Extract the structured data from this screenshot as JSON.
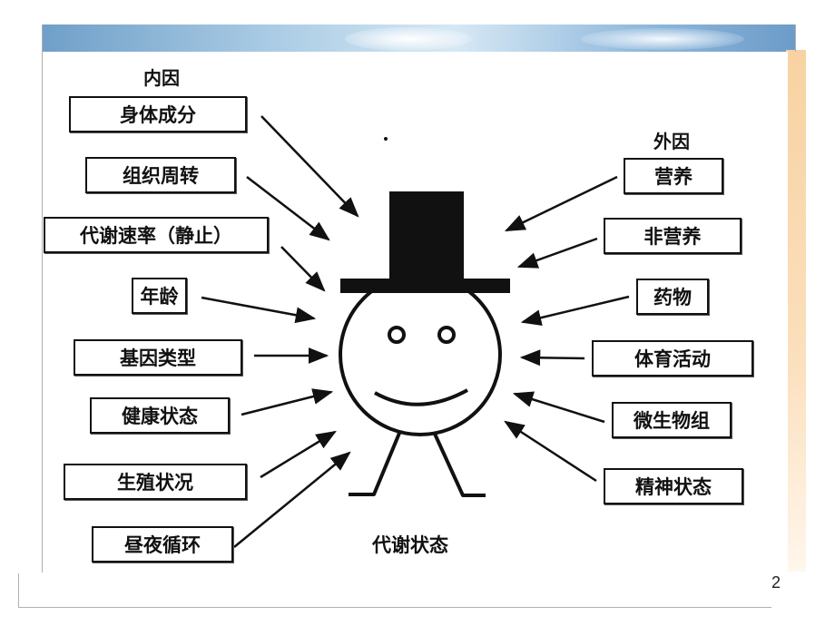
{
  "diagram": {
    "internal_factors_title": "内因",
    "external_factors_title": "外因",
    "center_caption": "代谢状态",
    "internal_factors": [
      "身体成分",
      "组织周转",
      "代谢速率（静止）",
      "年龄",
      "基因类型",
      "健康状态",
      "生殖状况",
      "昼夜循环"
    ],
    "external_factors": [
      "营养",
      "非营养",
      "药物",
      "体育活动",
      "微生物组",
      "精神状态"
    ]
  },
  "slide": {
    "page_number": "2"
  },
  "colors": {
    "ink": "#111111",
    "sky_blue": "#8fb8dc",
    "accent_orange": "#f8d2a2",
    "frame_gray": "#b0b0b0"
  },
  "icons": {
    "figure": "top-hat-smiley-figure-icon"
  }
}
